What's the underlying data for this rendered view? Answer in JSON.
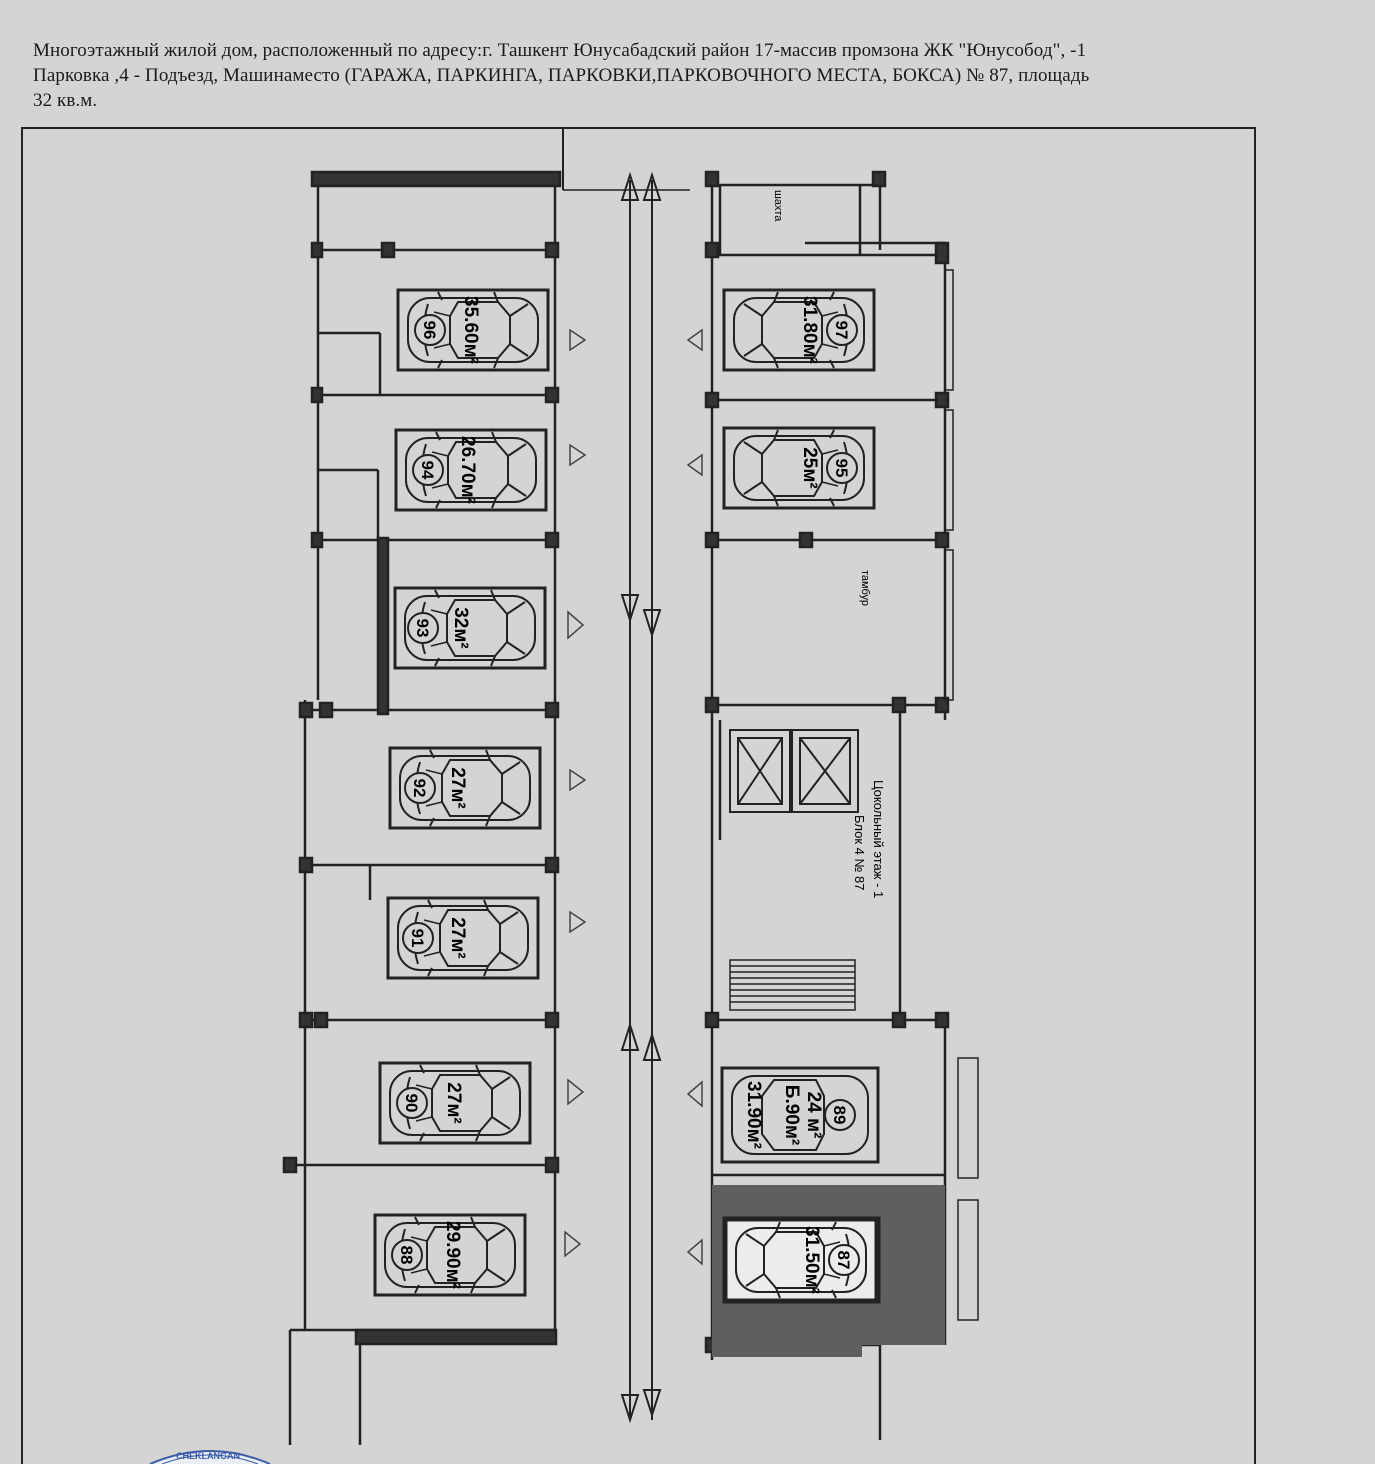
{
  "header": {
    "line1": "Многоэтажный жилой дом, расположенный по адресу:г. Ташкент Юнусабадский район 17-массив промзона  ЖК \"Юнусобод\", -1",
    "line2": "Парковка ,4 - Подъезд, Машинаместо (ГАРАЖА, ПАРКИНГА, ПАРКОВКИ,ПАРКОВОЧНОГО МЕСТА, БОКСА) № 87, площадь",
    "line3": "32 кв.м."
  },
  "plan": {
    "left_spaces": [
      {
        "number": "96",
        "area": "35.60м²"
      },
      {
        "number": "94",
        "area": "26.70м²"
      },
      {
        "number": "93",
        "area": "32м²"
      },
      {
        "number": "92",
        "area": "27м²"
      },
      {
        "number": "91",
        "area": "27м²"
      },
      {
        "number": "90",
        "area": "27м²"
      },
      {
        "number": "88",
        "area": "29.90м²"
      }
    ],
    "right_spaces": [
      {
        "number": "97",
        "area": "31.80м²"
      },
      {
        "number": "95",
        "area": "25м²"
      },
      {
        "number": "89",
        "area": "24 м²",
        "area_extra": "Б.90м²",
        "area_extra2": "31.90м²"
      },
      {
        "number": "87",
        "area": "31.50м²",
        "highlighted": true
      }
    ],
    "room_label_shaft": "шахта",
    "room_label_lobby": "тамбур",
    "block_title": "Цокольный этаж - 1",
    "block_sub": "Блок 4  № 87",
    "highlight_color": "#5f5f5f",
    "stamp_text": "CHEKLANGAN"
  }
}
